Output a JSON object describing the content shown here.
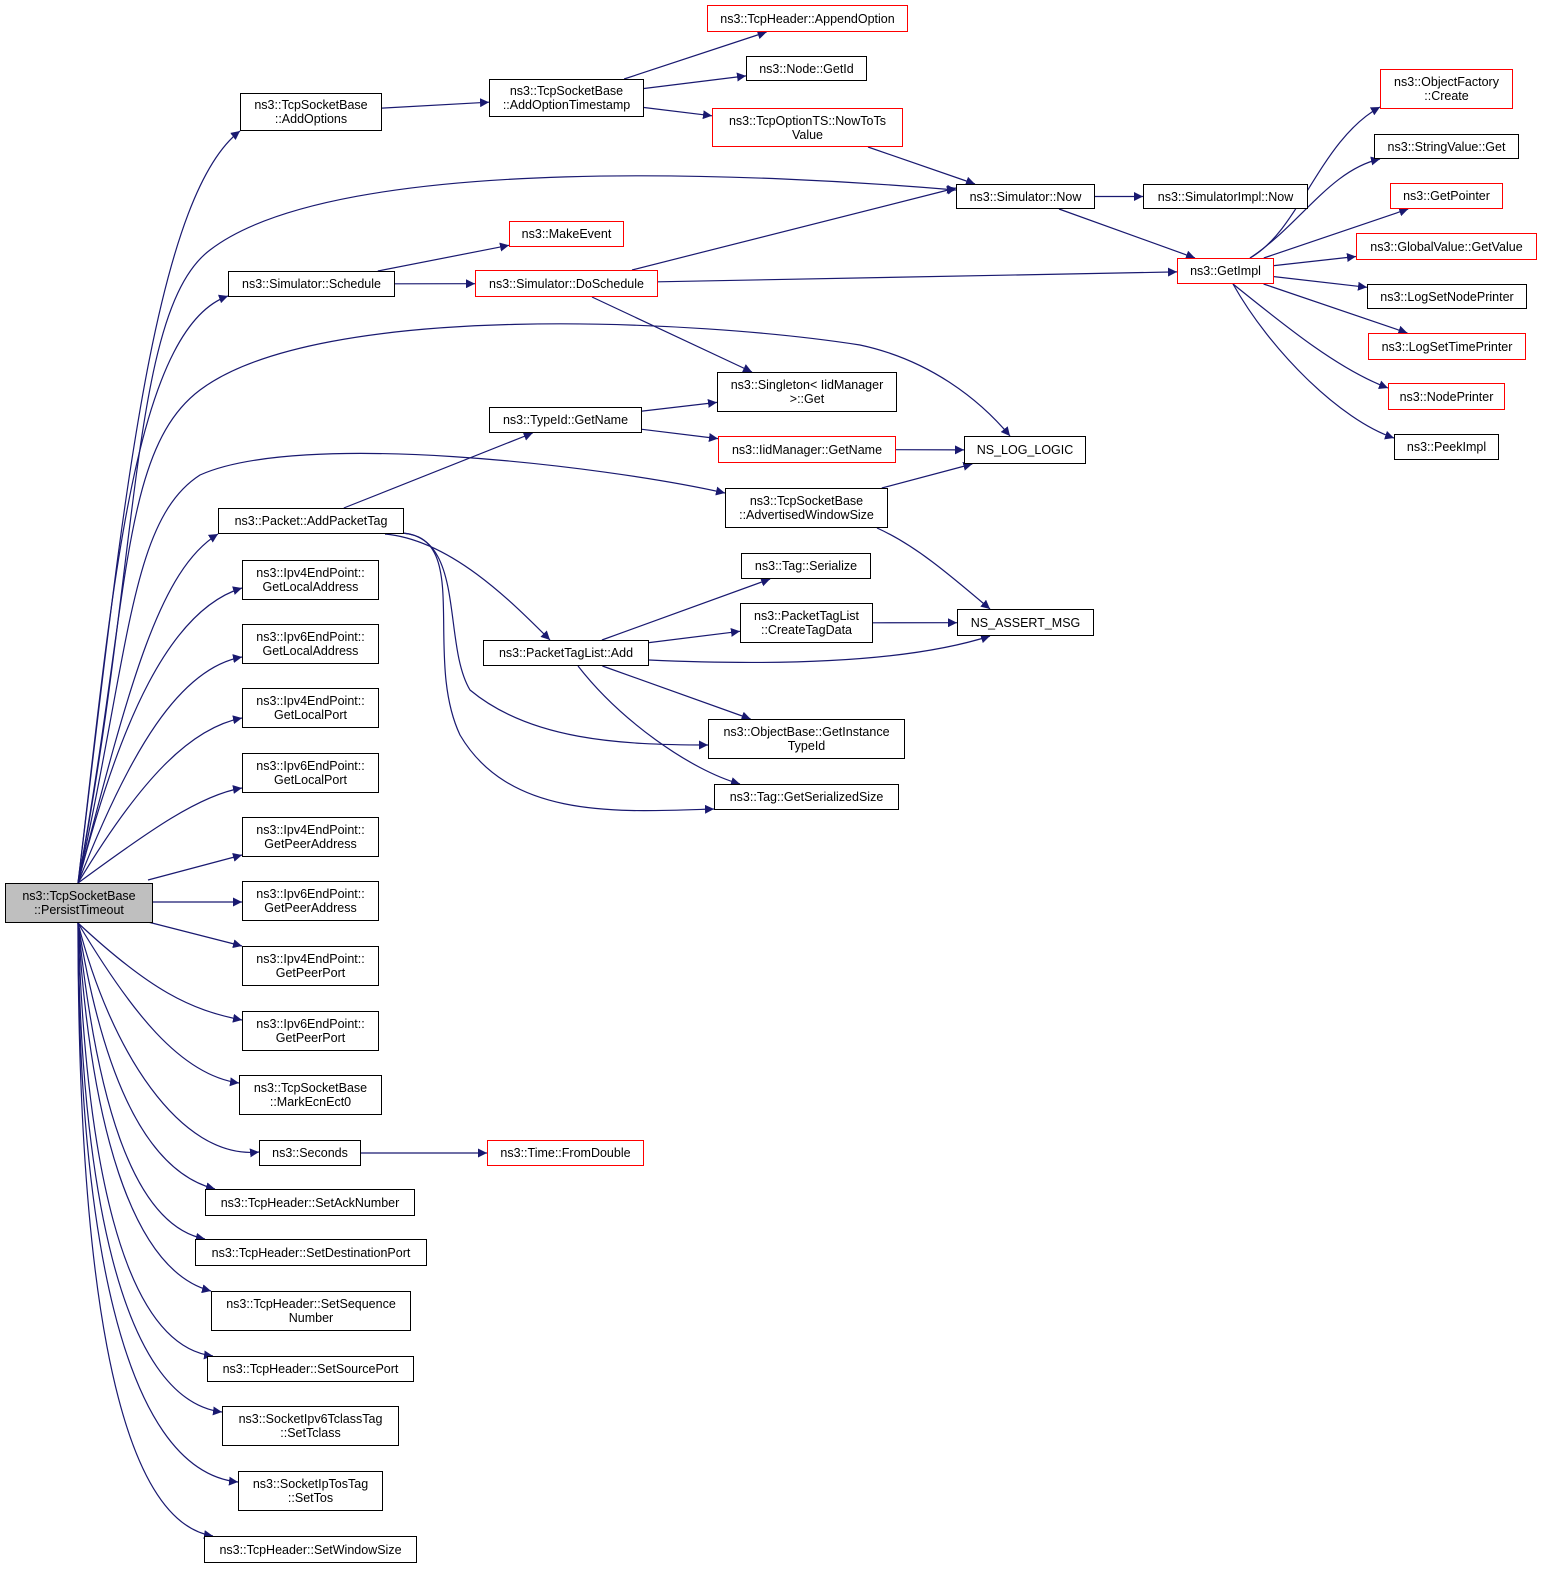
{
  "colors": {
    "edge": "#191970",
    "red_border": "#ff0000",
    "root_fill": "#bfbfbf"
  },
  "nodes": {
    "root": {
      "label": "ns3::TcpSocketBase\n::PersistTimeout",
      "style": "root"
    },
    "addOptions": {
      "label": "ns3::TcpSocketBase\n::AddOptions"
    },
    "addOptionTimestamp": {
      "label": "ns3::TcpSocketBase\n::AddOptionTimestamp"
    },
    "appendOption": {
      "label": "ns3::TcpHeader::AppendOption",
      "style": "red"
    },
    "nodeGetId": {
      "label": "ns3::Node::GetId"
    },
    "nowToTsValue": {
      "label": "ns3::TcpOptionTS::NowToTs\nValue",
      "style": "red"
    },
    "simNow": {
      "label": "ns3::Simulator::Now"
    },
    "simImplNow": {
      "label": "ns3::SimulatorImpl::Now"
    },
    "getImpl": {
      "label": "ns3::GetImpl",
      "style": "red"
    },
    "objFactoryCreate": {
      "label": "ns3::ObjectFactory\n::Create",
      "style": "red"
    },
    "stringValueGet": {
      "label": "ns3::StringValue::Get"
    },
    "getPointer": {
      "label": "ns3::GetPointer",
      "style": "red"
    },
    "globalValueGetValue": {
      "label": "ns3::GlobalValue::GetValue",
      "style": "red"
    },
    "logSetNodePrinter": {
      "label": "ns3::LogSetNodePrinter"
    },
    "logSetTimePrinter": {
      "label": "ns3::LogSetTimePrinter",
      "style": "red"
    },
    "nodePrinter": {
      "label": "ns3::NodePrinter",
      "style": "red"
    },
    "peekImpl": {
      "label": "ns3::PeekImpl"
    },
    "simSchedule": {
      "label": "ns3::Simulator::Schedule"
    },
    "makeEvent": {
      "label": "ns3::MakeEvent",
      "style": "red"
    },
    "doSchedule": {
      "label": "ns3::Simulator::DoSchedule",
      "style": "red"
    },
    "singletonGet": {
      "label": "ns3::Singleton< IidManager\n>::Get"
    },
    "typeIdGetName": {
      "label": "ns3::TypeId::GetName"
    },
    "iidGetName": {
      "label": "ns3::IidManager::GetName",
      "style": "red"
    },
    "nsLogLogic": {
      "label": "NS_LOG_LOGIC"
    },
    "advertisedWindowSize": {
      "label": "ns3::TcpSocketBase\n::AdvertisedWindowSize"
    },
    "addPacketTag": {
      "label": "ns3::Packet::AddPacketTag"
    },
    "tagSerialize": {
      "label": "ns3::Tag::Serialize"
    },
    "createTagData": {
      "label": "ns3::PacketTagList\n::CreateTagData"
    },
    "nsAssertMsg": {
      "label": "NS_ASSERT_MSG"
    },
    "packetTagListAdd": {
      "label": "ns3::PacketTagList::Add"
    },
    "getInstanceTypeId": {
      "label": "ns3::ObjectBase::GetInstance\nTypeId"
    },
    "getSerializedSize": {
      "label": "ns3::Tag::GetSerializedSize"
    },
    "ipv4LocalAddress": {
      "label": "ns3::Ipv4EndPoint::\nGetLocalAddress"
    },
    "ipv6LocalAddress": {
      "label": "ns3::Ipv6EndPoint::\nGetLocalAddress"
    },
    "ipv4LocalPort": {
      "label": "ns3::Ipv4EndPoint::\nGetLocalPort"
    },
    "ipv6LocalPort": {
      "label": "ns3::Ipv6EndPoint::\nGetLocalPort"
    },
    "ipv4PeerAddress": {
      "label": "ns3::Ipv4EndPoint::\nGetPeerAddress"
    },
    "ipv6PeerAddress": {
      "label": "ns3::Ipv6EndPoint::\nGetPeerAddress"
    },
    "ipv4PeerPort": {
      "label": "ns3::Ipv4EndPoint::\nGetPeerPort"
    },
    "ipv6PeerPort": {
      "label": "ns3::Ipv6EndPoint::\nGetPeerPort"
    },
    "markEcnEct0": {
      "label": "ns3::TcpSocketBase\n::MarkEcnEct0"
    },
    "seconds": {
      "label": "ns3::Seconds"
    },
    "timeFromDouble": {
      "label": "ns3::Time::FromDouble",
      "style": "red"
    },
    "setAckNumber": {
      "label": "ns3::TcpHeader::SetAckNumber"
    },
    "setDestinationPort": {
      "label": "ns3::TcpHeader::SetDestinationPort"
    },
    "setSequenceNumber": {
      "label": "ns3::TcpHeader::SetSequence\nNumber"
    },
    "setSourcePort": {
      "label": "ns3::TcpHeader::SetSourcePort"
    },
    "setTclass": {
      "label": "ns3::SocketIpv6TclassTag\n::SetTclass"
    },
    "setTos": {
      "label": "ns3::SocketIpTosTag\n::SetTos"
    },
    "setWindowSize": {
      "label": "ns3::TcpHeader::SetWindowSize"
    }
  },
  "edges": [
    [
      "root",
      "addOptions"
    ],
    [
      "root",
      "simSchedule"
    ],
    [
      "root",
      "nsLogLogic"
    ],
    [
      "root",
      "simNow"
    ],
    [
      "root",
      "advertisedWindowSize"
    ],
    [
      "root",
      "addPacketTag"
    ],
    [
      "root",
      "ipv4LocalAddress"
    ],
    [
      "root",
      "ipv6LocalAddress"
    ],
    [
      "root",
      "ipv4LocalPort"
    ],
    [
      "root",
      "ipv6LocalPort"
    ],
    [
      "root",
      "ipv4PeerAddress"
    ],
    [
      "root",
      "ipv6PeerAddress"
    ],
    [
      "root",
      "ipv4PeerPort"
    ],
    [
      "root",
      "ipv6PeerPort"
    ],
    [
      "root",
      "markEcnEct0"
    ],
    [
      "root",
      "seconds"
    ],
    [
      "root",
      "setAckNumber"
    ],
    [
      "root",
      "setDestinationPort"
    ],
    [
      "root",
      "setSequenceNumber"
    ],
    [
      "root",
      "setSourcePort"
    ],
    [
      "root",
      "setTclass"
    ],
    [
      "root",
      "setTos"
    ],
    [
      "root",
      "setWindowSize"
    ],
    [
      "addOptions",
      "addOptionTimestamp"
    ],
    [
      "addOptionTimestamp",
      "appendOption"
    ],
    [
      "addOptionTimestamp",
      "nodeGetId"
    ],
    [
      "addOptionTimestamp",
      "nowToTsValue"
    ],
    [
      "nowToTsValue",
      "simNow"
    ],
    [
      "simNow",
      "simImplNow"
    ],
    [
      "simNow",
      "getImpl"
    ],
    [
      "getImpl",
      "objFactoryCreate"
    ],
    [
      "getImpl",
      "stringValueGet"
    ],
    [
      "getImpl",
      "getPointer"
    ],
    [
      "getImpl",
      "globalValueGetValue"
    ],
    [
      "getImpl",
      "logSetNodePrinter"
    ],
    [
      "getImpl",
      "logSetTimePrinter"
    ],
    [
      "getImpl",
      "nodePrinter"
    ],
    [
      "getImpl",
      "peekImpl"
    ],
    [
      "simSchedule",
      "makeEvent"
    ],
    [
      "simSchedule",
      "doSchedule"
    ],
    [
      "doSchedule",
      "simNow"
    ],
    [
      "doSchedule",
      "getImpl"
    ],
    [
      "doSchedule",
      "singletonGet"
    ],
    [
      "typeIdGetName",
      "singletonGet"
    ],
    [
      "typeIdGetName",
      "iidGetName"
    ],
    [
      "iidGetName",
      "nsLogLogic"
    ],
    [
      "advertisedWindowSize",
      "nsLogLogic"
    ],
    [
      "advertisedWindowSize",
      "nsAssertMsg"
    ],
    [
      "addPacketTag",
      "typeIdGetName"
    ],
    [
      "addPacketTag",
      "packetTagListAdd"
    ],
    [
      "addPacketTag",
      "getInstanceTypeId"
    ],
    [
      "addPacketTag",
      "getSerializedSize"
    ],
    [
      "packetTagListAdd",
      "tagSerialize"
    ],
    [
      "packetTagListAdd",
      "createTagData"
    ],
    [
      "packetTagListAdd",
      "nsAssertMsg"
    ],
    [
      "packetTagListAdd",
      "getInstanceTypeId"
    ],
    [
      "packetTagListAdd",
      "getSerializedSize"
    ],
    [
      "createTagData",
      "nsAssertMsg"
    ],
    [
      "seconds",
      "timeFromDouble"
    ]
  ]
}
